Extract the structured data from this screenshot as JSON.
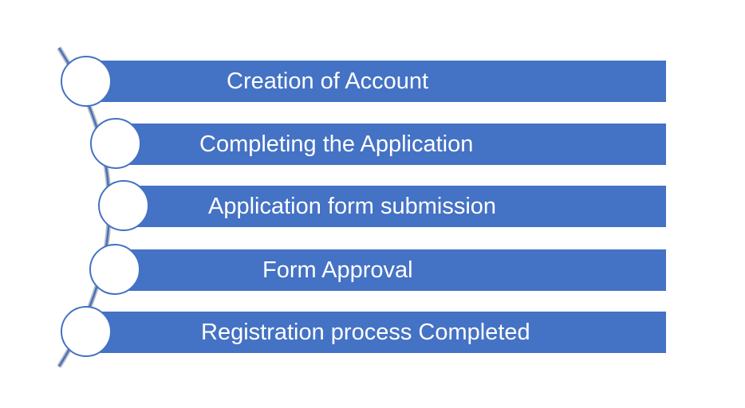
{
  "diagram": {
    "colors": {
      "bar": "#4472c4",
      "text": "#ffffff",
      "bullet_fill": "#ffffff",
      "bullet_border": "#4472c4",
      "curve": "#4472c4"
    },
    "steps": [
      {
        "label": "Creation of Account"
      },
      {
        "label": "Completing the Application"
      },
      {
        "label": "Application form submission"
      },
      {
        "label": "Form Approval"
      },
      {
        "label": "Registration process Completed"
      }
    ]
  }
}
